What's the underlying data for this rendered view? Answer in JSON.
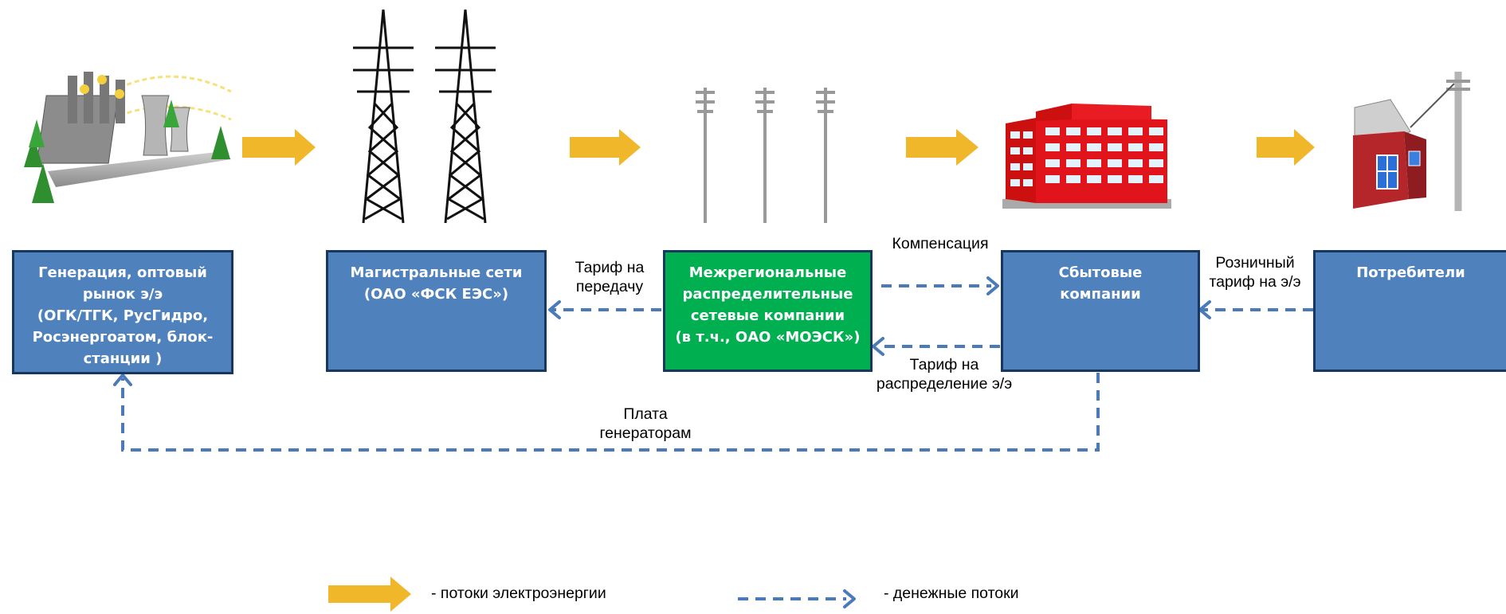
{
  "colors": {
    "box_fill": "#4f81bd",
    "box_border": "#17375e",
    "green_fill": "#00b050",
    "energy_arrow": "#f0b72a",
    "money_arrow": "#4a7ab8"
  },
  "boxes": {
    "generation": {
      "lines": [
        "Генерация, оптовый",
        "рынок э/э",
        "(ОГК/ТГК, РусГидро,",
        "Росэнергоатом, блок-",
        "станции )"
      ]
    },
    "trunk": {
      "lines": [
        "Магистральные сети",
        "(ОАО «ФСК ЕЭС»)"
      ]
    },
    "interregional": {
      "lines": [
        "Межрегиональные",
        "распределительные",
        "сетевые компании",
        "(в т.ч., ОАО «МОЭСК»)"
      ]
    },
    "sales": {
      "lines": [
        "Сбытовые",
        "компании"
      ]
    },
    "consumers": {
      "lines": [
        "Потребители"
      ]
    }
  },
  "labels": {
    "transfer_tariff": [
      "Тариф на",
      "передачу"
    ],
    "compensation": [
      "Компенсация"
    ],
    "retail_tariff": [
      "Розничный",
      "тариф на э/э"
    ],
    "distribution_tariff": [
      "Тариф на",
      "распределение э/э"
    ],
    "payment_generators": [
      "Плата",
      "генераторам"
    ]
  },
  "legend": {
    "energy": "-  потоки электроэнергии",
    "money": "-  денежные потоки"
  },
  "icons": [
    "power-plant-icon",
    "transmission-tower-icon",
    "distribution-poles-icon",
    "office-building-icon",
    "house-icon"
  ]
}
